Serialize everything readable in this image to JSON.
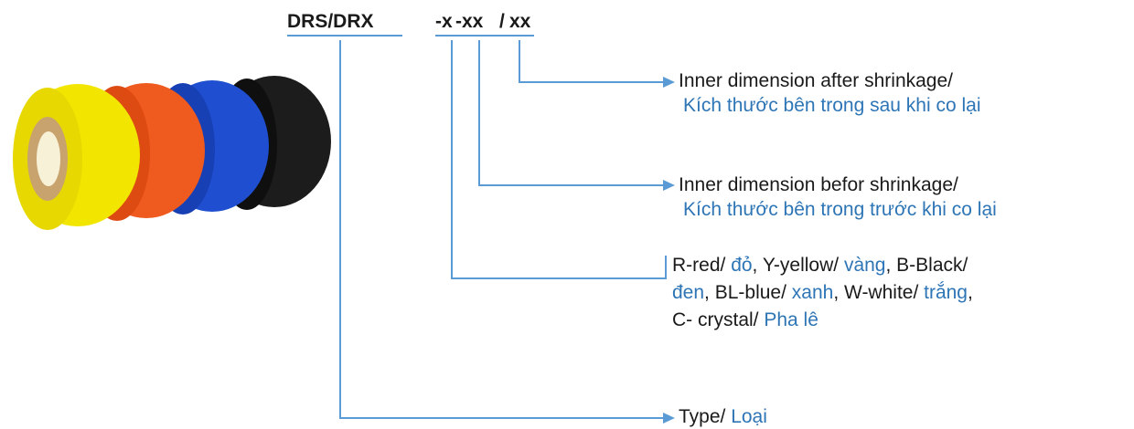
{
  "code": {
    "prefix": "DRS/DRX",
    "color_part": "-x",
    "inner_before_part": "-xx",
    "slash": "/",
    "inner_after_part": "xx"
  },
  "labels": {
    "inner_after": {
      "en": "Inner dimension after shrinkage/",
      "vi": "Kích thước bên trong sau khi co lại"
    },
    "inner_before": {
      "en": "Inner dimension befor shrinkage/",
      "vi": "Kích thước bên trong trước khi co lại"
    },
    "colors": {
      "red_en": "R-red/ ",
      "red_vi": "đỏ",
      "yellow_en": ", Y-yellow/ ",
      "yellow_vi": "vàng",
      "black_en": ", B-Black/",
      "black_vi": "đen",
      "blue_en": ", BL-blue/ ",
      "blue_vi": "xanh",
      "white_en": ", W-white/ ",
      "white_vi": "trắng",
      "crystal_en": "C- crystal/ ",
      "crystal_vi": "Pha lê"
    },
    "type": {
      "en": "Type/ ",
      "vi": "Loại"
    }
  },
  "colors": {
    "connector_line": "#5b9bd5",
    "vietnamese_text": "#2e75b6",
    "tube_yellow": "#f2e600",
    "tube_orange": "#ef5a1e",
    "tube_blue": "#1f4fd0",
    "tube_black": "#1c1c1c"
  }
}
